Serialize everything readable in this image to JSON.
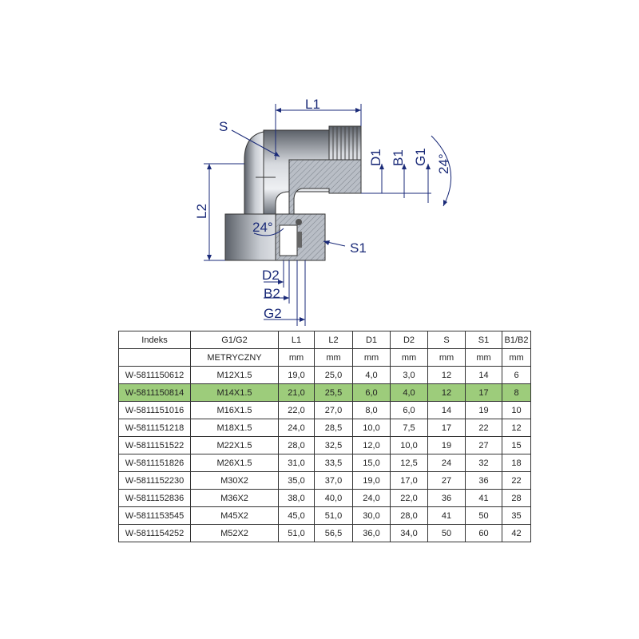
{
  "drawing": {
    "labels": {
      "L1": "L1",
      "S": "S",
      "D1": "D1",
      "B1": "B1",
      "G1": "G1",
      "angle_right": "24°",
      "L2": "L2",
      "angle_left": "24°",
      "S1": "S1",
      "D2": "D2",
      "B2": "B2",
      "G2": "G2"
    },
    "colors": {
      "dimension": "#1a2a78",
      "metal": "#8a9099",
      "highlight_row": "#9dcc7b"
    }
  },
  "table": {
    "headers": [
      "Indeks",
      "G1/G2",
      "L1",
      "L2",
      "D1",
      "D2",
      "S",
      "S1",
      "B1/B2"
    ],
    "units": [
      "",
      "METRYCZNY",
      "mm",
      "mm",
      "mm",
      "mm",
      "mm",
      "mm",
      "mm"
    ],
    "highlighted_row": 1,
    "rows": [
      [
        "W-5811150612",
        "M12X1.5",
        "19,0",
        "25,0",
        "4,0",
        "3,0",
        "12",
        "14",
        "6"
      ],
      [
        "W-5811150814",
        "M14X1.5",
        "21,0",
        "25,5",
        "6,0",
        "4,0",
        "12",
        "17",
        "8"
      ],
      [
        "W-5811151016",
        "M16X1.5",
        "22,0",
        "27,0",
        "8,0",
        "6,0",
        "14",
        "19",
        "10"
      ],
      [
        "W-5811151218",
        "M18X1.5",
        "24,0",
        "28,5",
        "10,0",
        "7,5",
        "17",
        "22",
        "12"
      ],
      [
        "W-5811151522",
        "M22X1.5",
        "28,0",
        "32,5",
        "12,0",
        "10,0",
        "19",
        "27",
        "15"
      ],
      [
        "W-5811151826",
        "M26X1.5",
        "31,0",
        "33,5",
        "15,0",
        "12,5",
        "24",
        "32",
        "18"
      ],
      [
        "W-5811152230",
        "M30X2",
        "35,0",
        "37,0",
        "19,0",
        "17,0",
        "27",
        "36",
        "22"
      ],
      [
        "W-5811152836",
        "M36X2",
        "38,0",
        "40,0",
        "24,0",
        "22,0",
        "36",
        "41",
        "28"
      ],
      [
        "W-5811153545",
        "M45X2",
        "45,0",
        "51,0",
        "30,0",
        "28,0",
        "41",
        "50",
        "35"
      ],
      [
        "W-5811154252",
        "M52X2",
        "51,0",
        "56,5",
        "36,0",
        "34,0",
        "50",
        "60",
        "42"
      ]
    ]
  }
}
